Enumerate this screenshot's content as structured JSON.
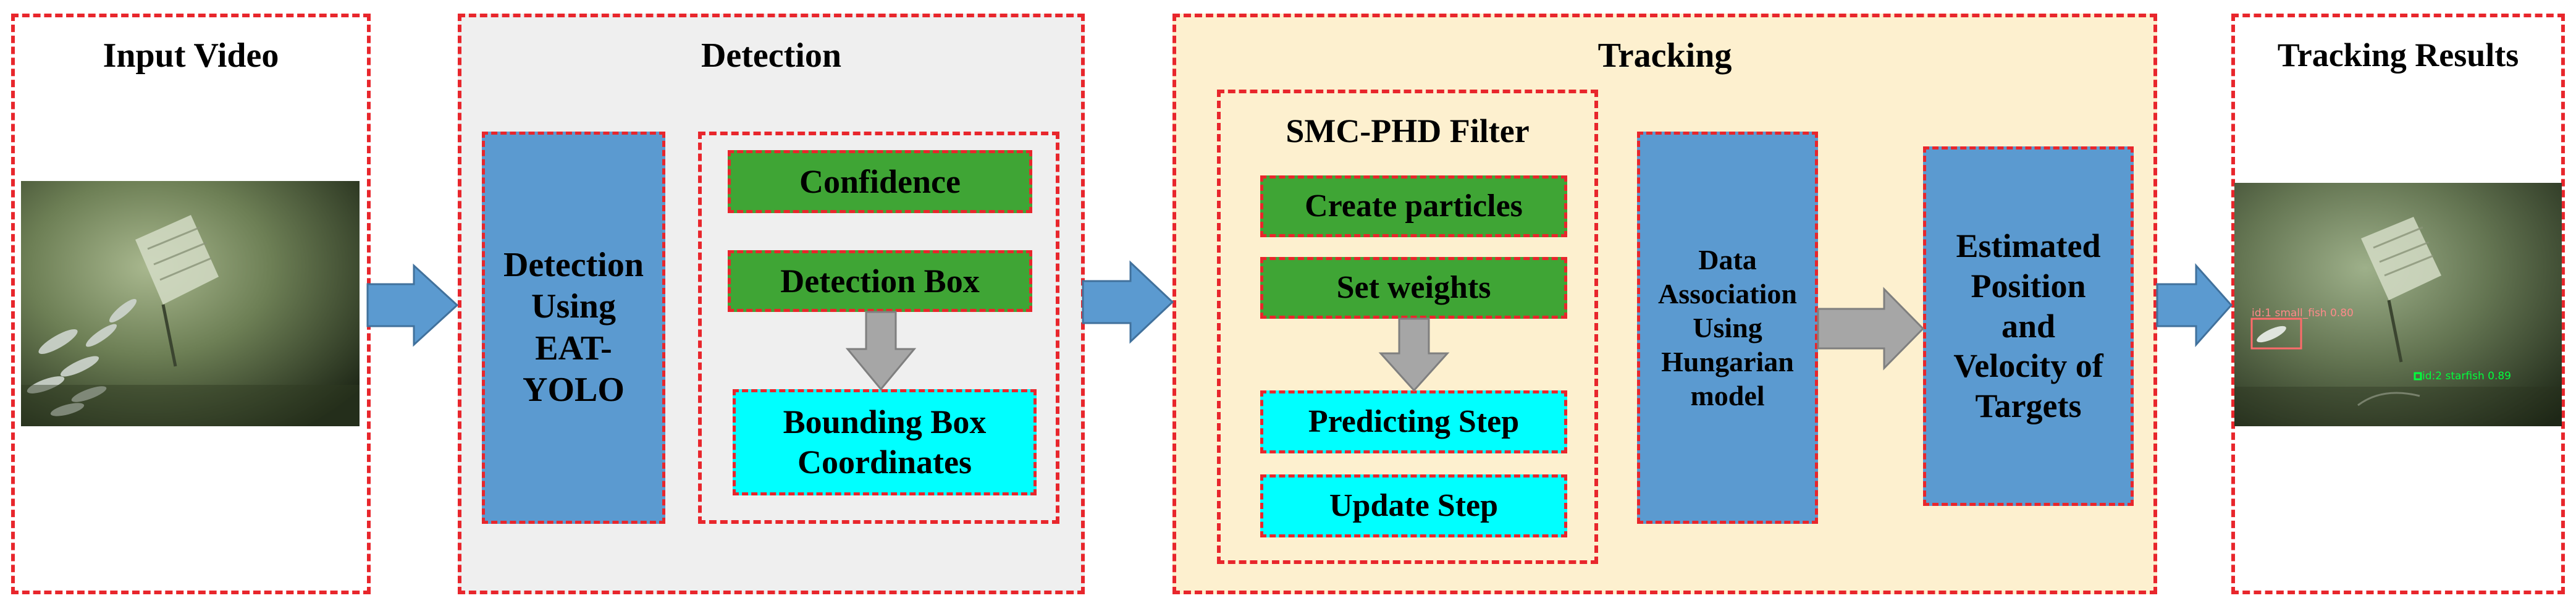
{
  "stages": {
    "input": {
      "title": "Input Video"
    },
    "detection": {
      "title": "Detection",
      "model_block": "Detection\nUsing\nEAT-\nYOLO",
      "confidence": "Confidence",
      "detection_box": "Detection Box",
      "bbox_coords": "Bounding Box\nCoordinates"
    },
    "tracking": {
      "title": "Tracking",
      "filter_title": "SMC-PHD Filter",
      "create_particles": "Create particles",
      "set_weights": "Set weights",
      "predicting_step": "Predicting Step",
      "update_step": "Update Step",
      "data_association": "Data\nAssociation\nUsing\nHungarian\nmodel",
      "estimated": "Estimated\nPosition\nand\nVelocity of\nTargets"
    },
    "results": {
      "title": "Tracking Results",
      "det1_label": "id:1 small_fish 0.80",
      "det2_label": "id:2 starfish 0.89"
    }
  },
  "colors": {
    "dashed_border": "#e8262c",
    "detection_bg": "#efefef",
    "tracking_bg": "#fdf0cf",
    "block_blue": "#5b9ad0",
    "block_green": "#3fa535",
    "block_cyan": "#00ffff",
    "arrow_fill": "#5b9ad0",
    "arrow_gray": "#a6a6a6"
  }
}
